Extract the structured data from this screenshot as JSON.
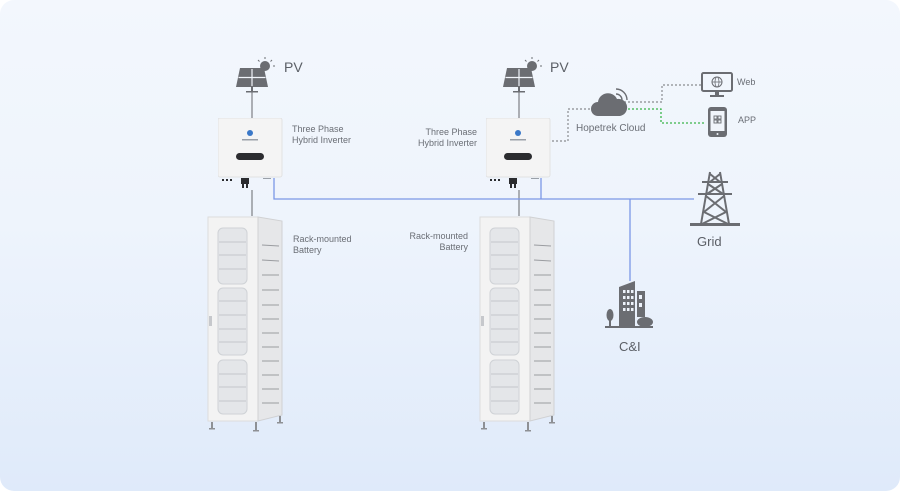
{
  "diagram": {
    "systems": [
      {
        "pv_label": "PV",
        "inverter_label_line1": "Three Phase",
        "inverter_label_line2": "Hybrid Inverter",
        "battery_label_line1": "Rack-mounted",
        "battery_label_line2": "Battery"
      },
      {
        "pv_label": "PV",
        "inverter_label_line1": "Three Phase",
        "inverter_label_line2": "Hybrid Inverter",
        "battery_label_line1": "Rack-mounted",
        "battery_label_line2": "Battery"
      }
    ],
    "cloud_label": "Hopetrek Cloud",
    "web_label": "Web",
    "app_label": "APP",
    "grid_label": "Grid",
    "ci_label": "C&I",
    "colors": {
      "ac_bus": "#7b97e6",
      "cable": "#7d7f84",
      "dotted_gray": "#8a8c90",
      "dotted_green": "#39b54a",
      "icon": "#6b6d72"
    }
  }
}
